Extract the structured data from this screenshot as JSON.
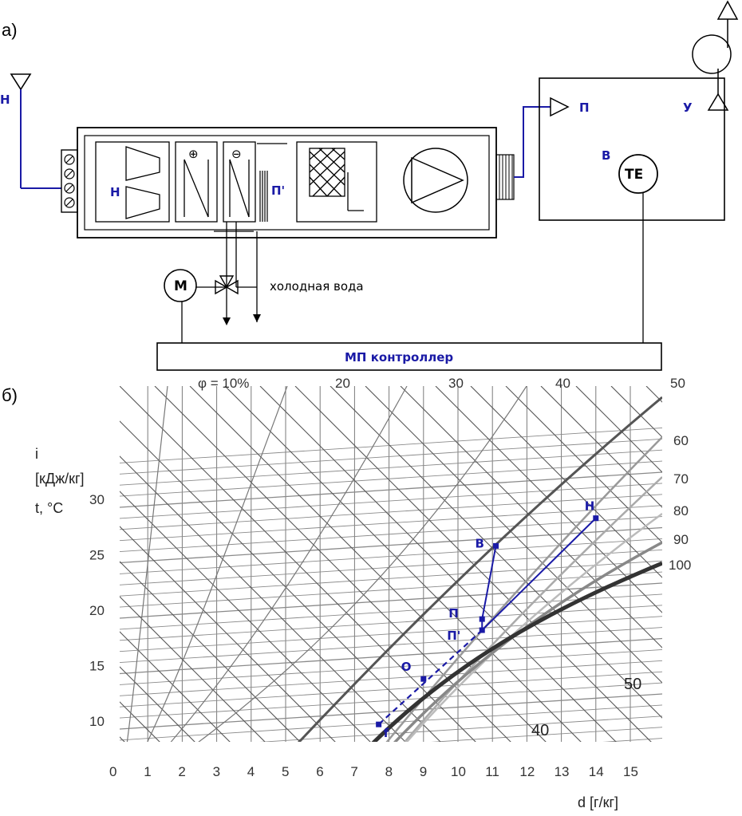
{
  "panel_a": {
    "tag": "а)",
    "labels": {
      "outdoor_air": "Н",
      "filter_section": "Н",
      "supply_after_cooler": "П'",
      "supply": "П",
      "room": "В",
      "exhaust": "У",
      "sensor": "ТЕ",
      "motor": "М",
      "cold_water": "холодная вода",
      "controller": "МП контроллер",
      "heater_sign": "⊕",
      "cooler_sign": "⊖"
    }
  },
  "panel_b": {
    "tag": "б)",
    "x_axis_label": "d [г/кг]",
    "x_ticks": [
      "0",
      "1",
      "2",
      "3",
      "4",
      "5",
      "6",
      "7",
      "8",
      "9",
      "10",
      "11",
      "12",
      "13",
      "14",
      "15"
    ],
    "y_label_i": "i",
    "y_label_units": "[кДж/кг]",
    "y_label_t": "t, °C",
    "t_ticks": [
      "10",
      "15",
      "20",
      "25",
      "30"
    ],
    "phi_labels": [
      "φ = 10%",
      "20",
      "30",
      "40",
      "50",
      "60",
      "70",
      "80",
      "90",
      "100"
    ],
    "enthalpy_labels": [
      "50",
      "40"
    ],
    "points": [
      {
        "name": "Н",
        "d": 14.0,
        "t": 28.3
      },
      {
        "name": "В",
        "d": 11.1,
        "t": 25.8
      },
      {
        "name": "П",
        "d": 10.7,
        "t": 19.2
      },
      {
        "name": "П'",
        "d": 10.7,
        "t": 18.2
      },
      {
        "name": "О",
        "d": 9.0,
        "t": 13.8
      },
      {
        "name": "f",
        "d": 7.7,
        "t": 9.7
      }
    ]
  }
}
